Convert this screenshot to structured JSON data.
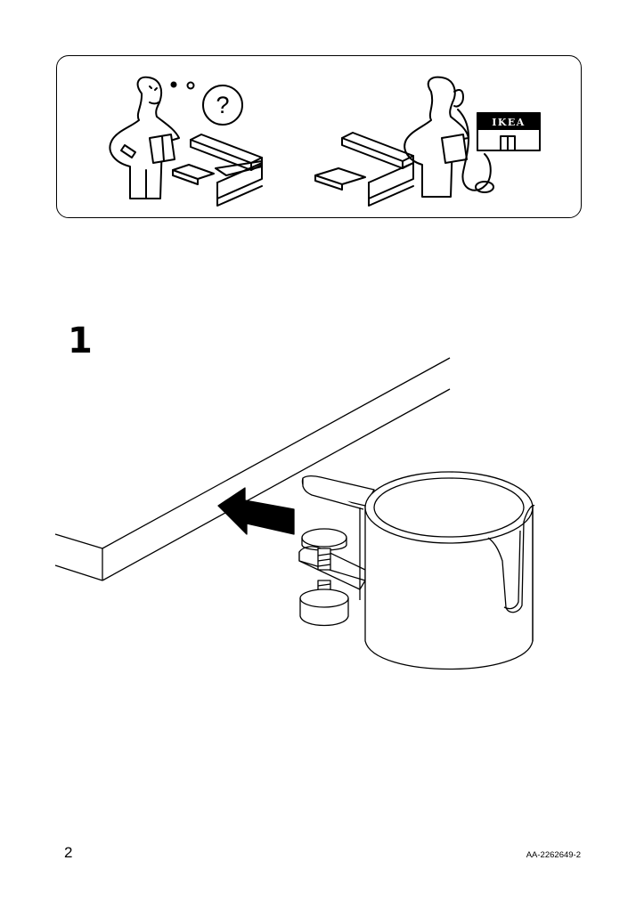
{
  "header_panel": {
    "store_sign_text": "IKEA",
    "question_mark": "?"
  },
  "step": {
    "number": "1"
  },
  "footer": {
    "page_number": "2",
    "document_code": "AA-2262649-2"
  }
}
